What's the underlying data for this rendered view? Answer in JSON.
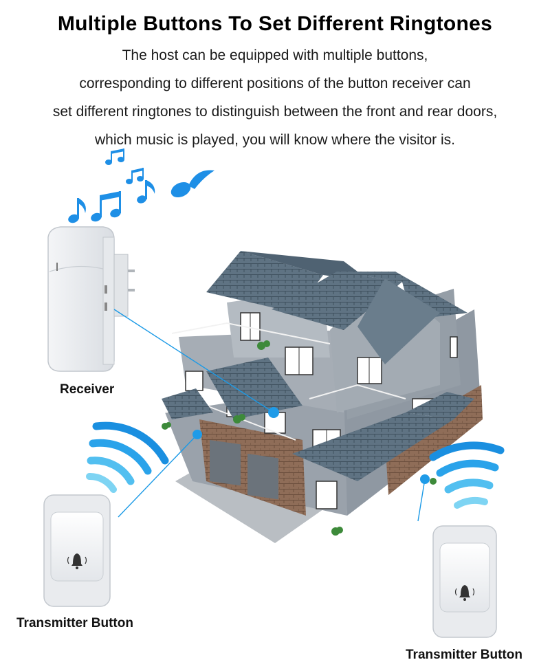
{
  "header": {
    "title": "Multiple Buttons To Set Different Ringtones",
    "description_lines": [
      "The host can be equipped with multiple buttons,",
      "corresponding to different positions of the button receiver can",
      "set different ringtones to distinguish between the front and rear doors,",
      "which music is played, you will know where the visitor is."
    ]
  },
  "labels": {
    "receiver": "Receiver",
    "transmitter_left": "Transmitter Button",
    "transmitter_right": "Transmitter Button"
  },
  "colors": {
    "accent_blue": "#1a8fe0",
    "roof": "#5b6f80",
    "wall": "#8d96a0",
    "brick": "#8a6a55"
  },
  "icons": [
    "music-note-icon",
    "bell-icon",
    "wireless-signal-icon"
  ]
}
